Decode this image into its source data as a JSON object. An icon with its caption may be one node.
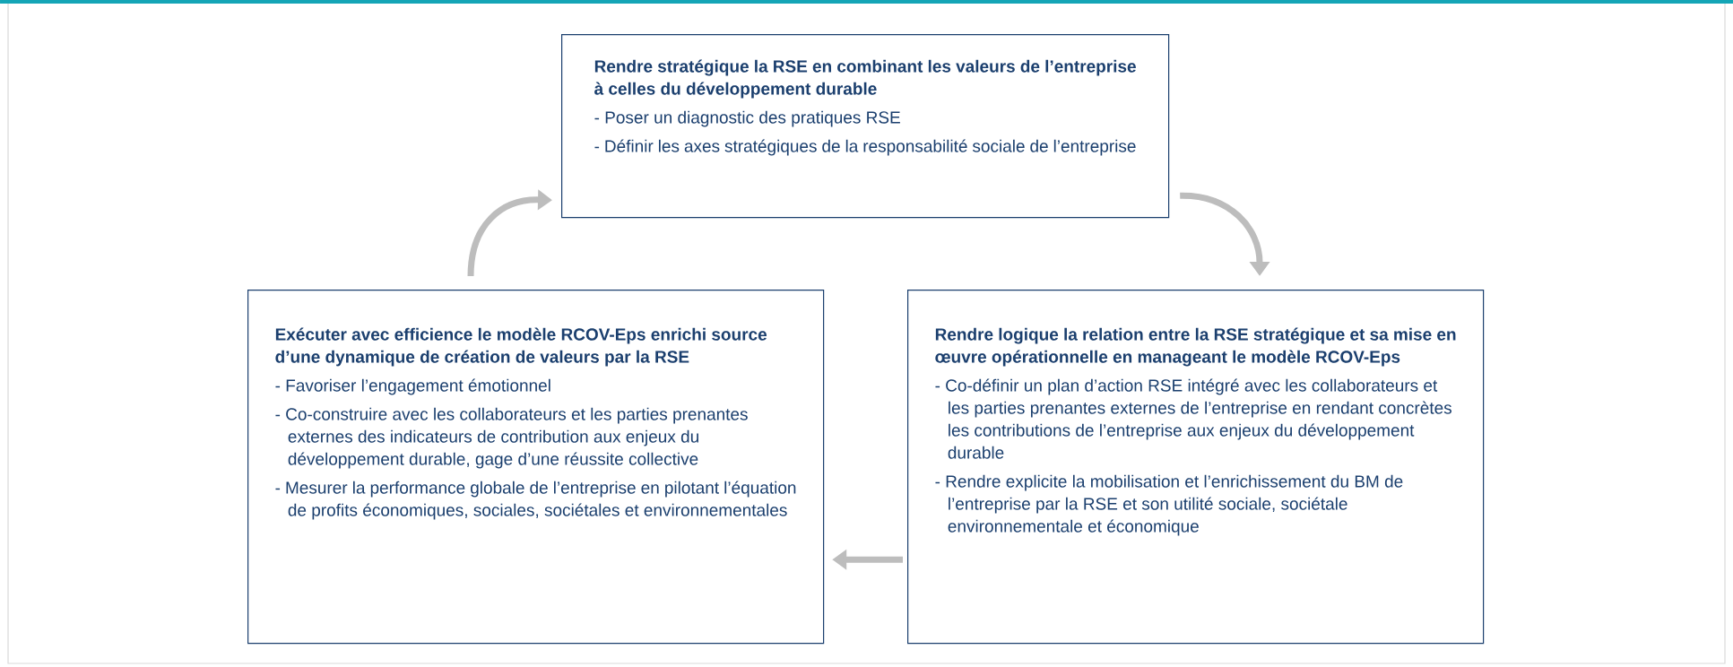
{
  "diagram": {
    "nodes": [
      {
        "text": [
          "Rendre stratégique la RSE en combinant les valeurs de l’entreprise à celles du développement durable",
          "- Poser un diagnostic des pratiques RSE",
          "- Définir les axes stratégiques de la responsabilité sociale de l’entreprise"
        ]
      },
      {
        "text": [
          "Exécuter avec efficience le modèle RCOV-Eps enrichi source d’une dynamique de création de valeurs par la RSE",
          "- Favoriser l’engagement émotionnel",
          "- Co-construire avec les collaborateurs et les parties prenantes externes des indicateurs de contribution aux enjeux du développement durable, gage d’une réussite collective",
          "- Mesurer la performance globale de l’entreprise en pilotant l’équation de profits économiques, sociales, sociétales et environnementales"
        ]
      },
      {
        "text": [
          "Rendre logique la relation entre la RSE stratégique et sa mise en œuvre opérationnelle en manageant le modèle RCOV-Eps",
          "- Co-définir un plan d’action RSE intégré avec les collaborateurs et les parties prenantes externes de l’entreprise en rendant concrètes les contributions de l’entreprise aux enjeux du développement durable",
          "- Rendre explicite la mobilisation et l’enrichissement du BM de l’entreprise par la RSE et son utilité sociale, sociétale environnementale et économique"
        ]
      }
    ],
    "edges": [
      {
        "from": 0,
        "to": 2,
        "arrow": "to"
      },
      {
        "from": 2,
        "to": 1,
        "arrow": "to"
      },
      {
        "from": 1,
        "to": 0,
        "arrow": "to"
      }
    ]
  }
}
